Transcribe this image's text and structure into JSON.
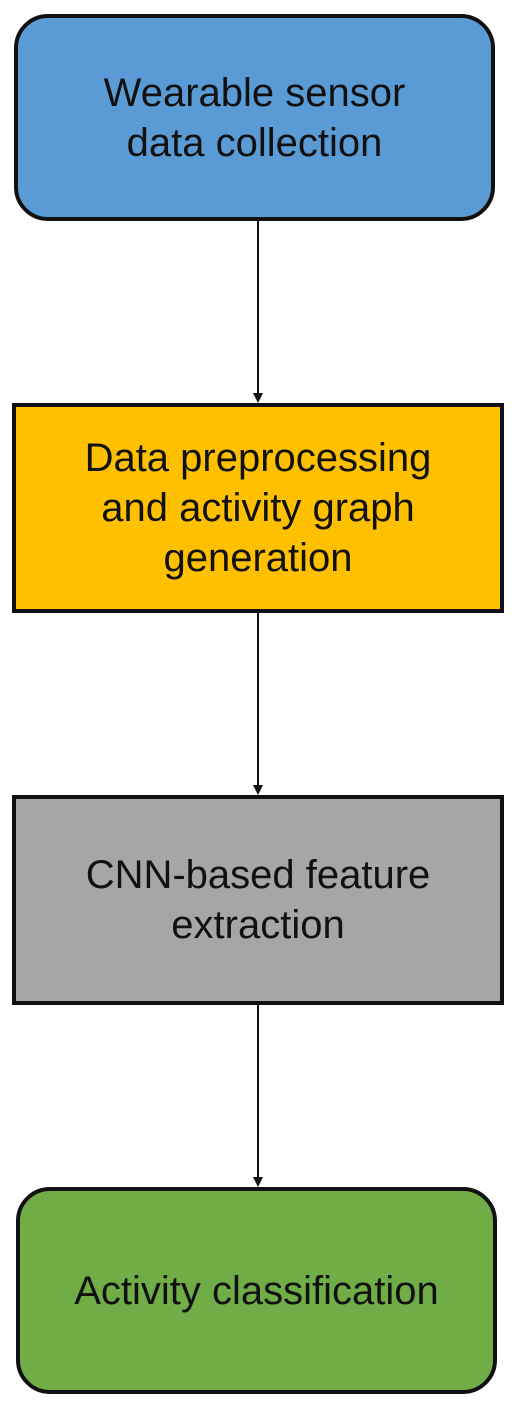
{
  "nodes": [
    {
      "id": "n1",
      "label": "Wearable sensor\ndata collection",
      "color": "#5b9bd5",
      "shape": "rounded-rectangle"
    },
    {
      "id": "n2",
      "label": "Data preprocessing\nand activity graph\ngeneration",
      "color": "#ffc000",
      "shape": "rectangle"
    },
    {
      "id": "n3",
      "label": "CNN-based feature\nextraction",
      "color": "#a6a6a6",
      "shape": "rectangle"
    },
    {
      "id": "n4",
      "label": "Activity classification",
      "color": "#70ad47",
      "shape": "rounded-rectangle"
    }
  ],
  "edges": [
    {
      "from": "n1",
      "to": "n2"
    },
    {
      "from": "n2",
      "to": "n3"
    },
    {
      "from": "n3",
      "to": "n4"
    }
  ],
  "colors": {
    "outline": "#111111",
    "arrow": "#111111",
    "background": "#ffffff"
  }
}
